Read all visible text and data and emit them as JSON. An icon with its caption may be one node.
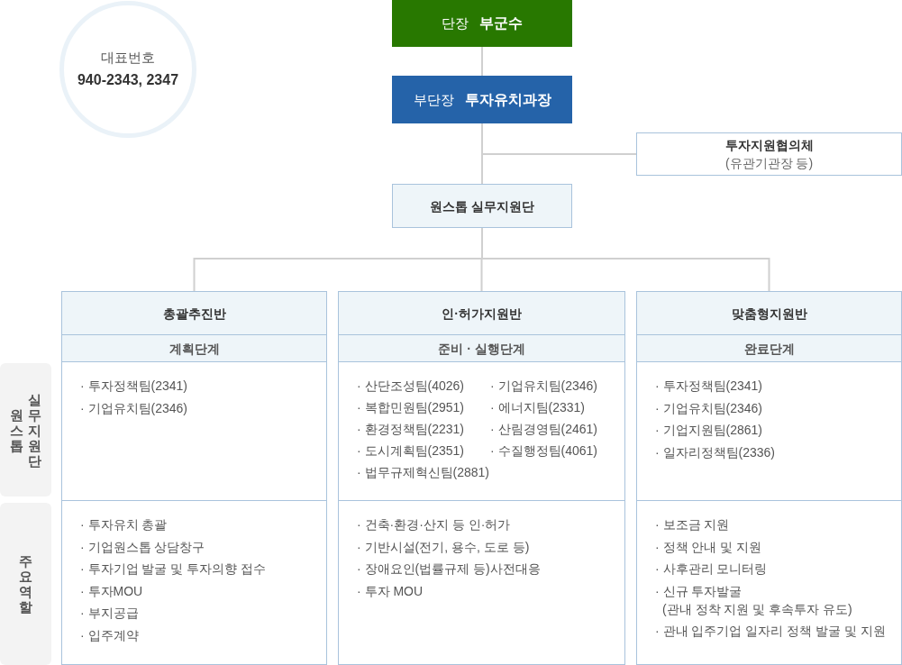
{
  "diagram": {
    "nodes": [
      {
        "text": [
          "대표번호",
          "940-2343, 2347"
        ]
      },
      {
        "text": [
          "단장",
          "부군수"
        ]
      },
      {
        "text": [
          "부단장",
          "투자유치과장"
        ]
      },
      {
        "text": [
          "투자지원협의체",
          "(유관기관장 등)"
        ]
      },
      {
        "text": [
          "원스톱 실무지원단"
        ]
      },
      {
        "text": [
          "총괄추진반"
        ]
      },
      {
        "text": [
          "계획단계"
        ],
        "in": 5
      },
      {
        "text": [
          "· 투자정책팀(2341)",
          "· 기업유치팀(2346)"
        ],
        "in": 5
      },
      {
        "text": [
          "· 투자유치 총괄",
          "· 기업원스톱 상담창구",
          "· 투자기업 발굴 및 투자의향 접수",
          "· 투자MOU",
          "· 부지공급",
          "· 입주계약"
        ],
        "in": 5
      },
      {
        "text": [
          "인·허가지원반"
        ]
      },
      {
        "text": [
          "준비 · 실행단계"
        ],
        "in": 9
      },
      {
        "text": [
          "· 산단조성팀(4026)",
          "· 기업유치팀(2346)",
          "· 복합민원팀(2951)",
          "· 에너지팀(2331)",
          "· 환경정책팀(2231)",
          "· 산림경영팀(2461)",
          "· 도시계획팀(2351)",
          "· 수질행정팀(4061)",
          "· 법무규제혁신팀(2881)"
        ],
        "in": 9
      },
      {
        "text": [
          "· 건축·환경·산지 등 인·허가",
          "· 기반시설(전기, 용수, 도로 등)",
          "· 장애요인(법률규제 등)사전대응",
          "· 투자 MOU"
        ],
        "in": 9
      },
      {
        "text": [
          "맞춤형지원반"
        ]
      },
      {
        "text": [
          "완료단계"
        ],
        "in": 13
      },
      {
        "text": [
          "· 투자정책팀(2341)",
          "· 기업유치팀(2346)",
          "· 기업지원팀(2861)",
          "· 일자리정책팀(2336)"
        ],
        "in": 13
      },
      {
        "text": [
          "· 보조금 지원",
          "· 정책 안내 및 지원",
          "· 사후관리 모니터링",
          "· 신규 투자발굴 (관내 정착 지원 및 후속투자 유도)",
          "· 관내 입주기업 일자리 정책 발굴 및 지원"
        ],
        "in": 13
      },
      {
        "text": [
          "원스톱 실무지원단"
        ]
      },
      {
        "text": [
          "주요역할"
        ]
      }
    ],
    "edges": [
      {
        "from": 1,
        "to": 2,
        "arrow": "none"
      },
      {
        "from": 2,
        "to": 3,
        "arrow": "none"
      },
      {
        "from": 2,
        "to": 4,
        "arrow": "none"
      },
      {
        "from": 4,
        "to": 5,
        "arrow": "none"
      },
      {
        "from": 4,
        "to": 9,
        "arrow": "none"
      },
      {
        "from": 4,
        "to": 13,
        "arrow": "none"
      }
    ]
  }
}
